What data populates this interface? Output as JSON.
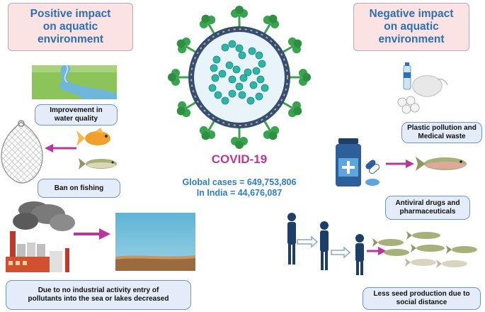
{
  "headers": {
    "positive": "Positive impact\non aquatic\nenvironment",
    "negative": "Negative impact\non aquatic\nenvironment"
  },
  "labels": {
    "water_quality": "Improvement in\nwater quality",
    "ban_fishing": "Ban on fishing",
    "industrial": "Due to no industrial activity entry of\npollutants into the sea or lakes decreased",
    "plastic": "Plastic pollution and\nMedical waste",
    "antiviral": "Antiviral drugs and\npharmaceuticals",
    "seed": "Less seed production due to\nsocial distance"
  },
  "center": {
    "title": "COVID-19",
    "global_cases": "Global cases = 649,753,806",
    "india_cases": "In India = 44,676,087"
  },
  "colors": {
    "header_bg": "#fbe3e3",
    "header_text": "#2f6fb0",
    "label_bg": "#e3ecf8",
    "label_border": "#6f95c8",
    "covid_title": "#b8389a",
    "stat_text": "#2f7ec4",
    "arrow": "#b8389a"
  }
}
